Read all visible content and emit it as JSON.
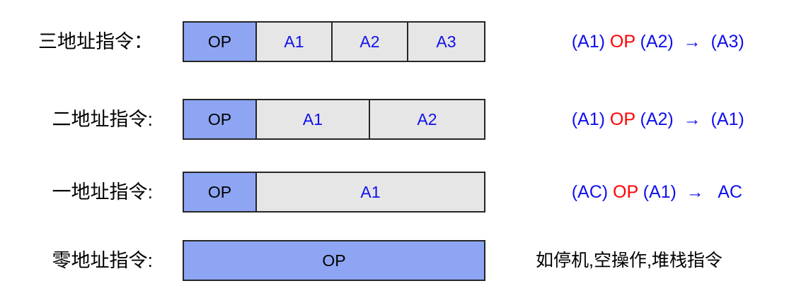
{
  "diagram": {
    "title_colors": {
      "opcode_fill": "#8da5f2",
      "address_fill": "#e6e6e6",
      "border": "#262626",
      "address_text": "#1010ef",
      "formula_text": "#1010ef",
      "formula_op": "#fe0000",
      "label_text": "#000000",
      "background": "#ffffff"
    },
    "rows": [
      {
        "label": "三地址指令：",
        "cells": [
          {
            "text": "OP",
            "kind": "opcode"
          },
          {
            "text": "A1",
            "kind": "address"
          },
          {
            "text": "A2",
            "kind": "address"
          },
          {
            "text": "A3",
            "kind": "address"
          }
        ],
        "formula": {
          "left": "(A1) ",
          "op": "OP",
          "mid": " (A2)  ",
          "arrow": "→",
          "right": "  (A3)"
        }
      },
      {
        "label": "二地址指令:",
        "cells": [
          {
            "text": "OP",
            "kind": "opcode"
          },
          {
            "text": "A1",
            "kind": "address"
          },
          {
            "text": "A2",
            "kind": "address"
          }
        ],
        "formula": {
          "left": "(A1) ",
          "op": "OP",
          "mid": " (A2)  ",
          "arrow": "→",
          "right": "  (A1)"
        }
      },
      {
        "label": "一地址指令:",
        "cells": [
          {
            "text": "OP",
            "kind": "opcode"
          },
          {
            "text": "A1",
            "kind": "address"
          }
        ],
        "formula": {
          "left": "(AC) ",
          "op": "OP",
          "mid": " (A1)  ",
          "arrow": "→",
          "right": "   AC"
        }
      },
      {
        "label": "零地址指令:",
        "cells": [
          {
            "text": "OP",
            "kind": "opcode"
          }
        ],
        "note": "如停机,空操作,堆栈指令"
      }
    ]
  }
}
